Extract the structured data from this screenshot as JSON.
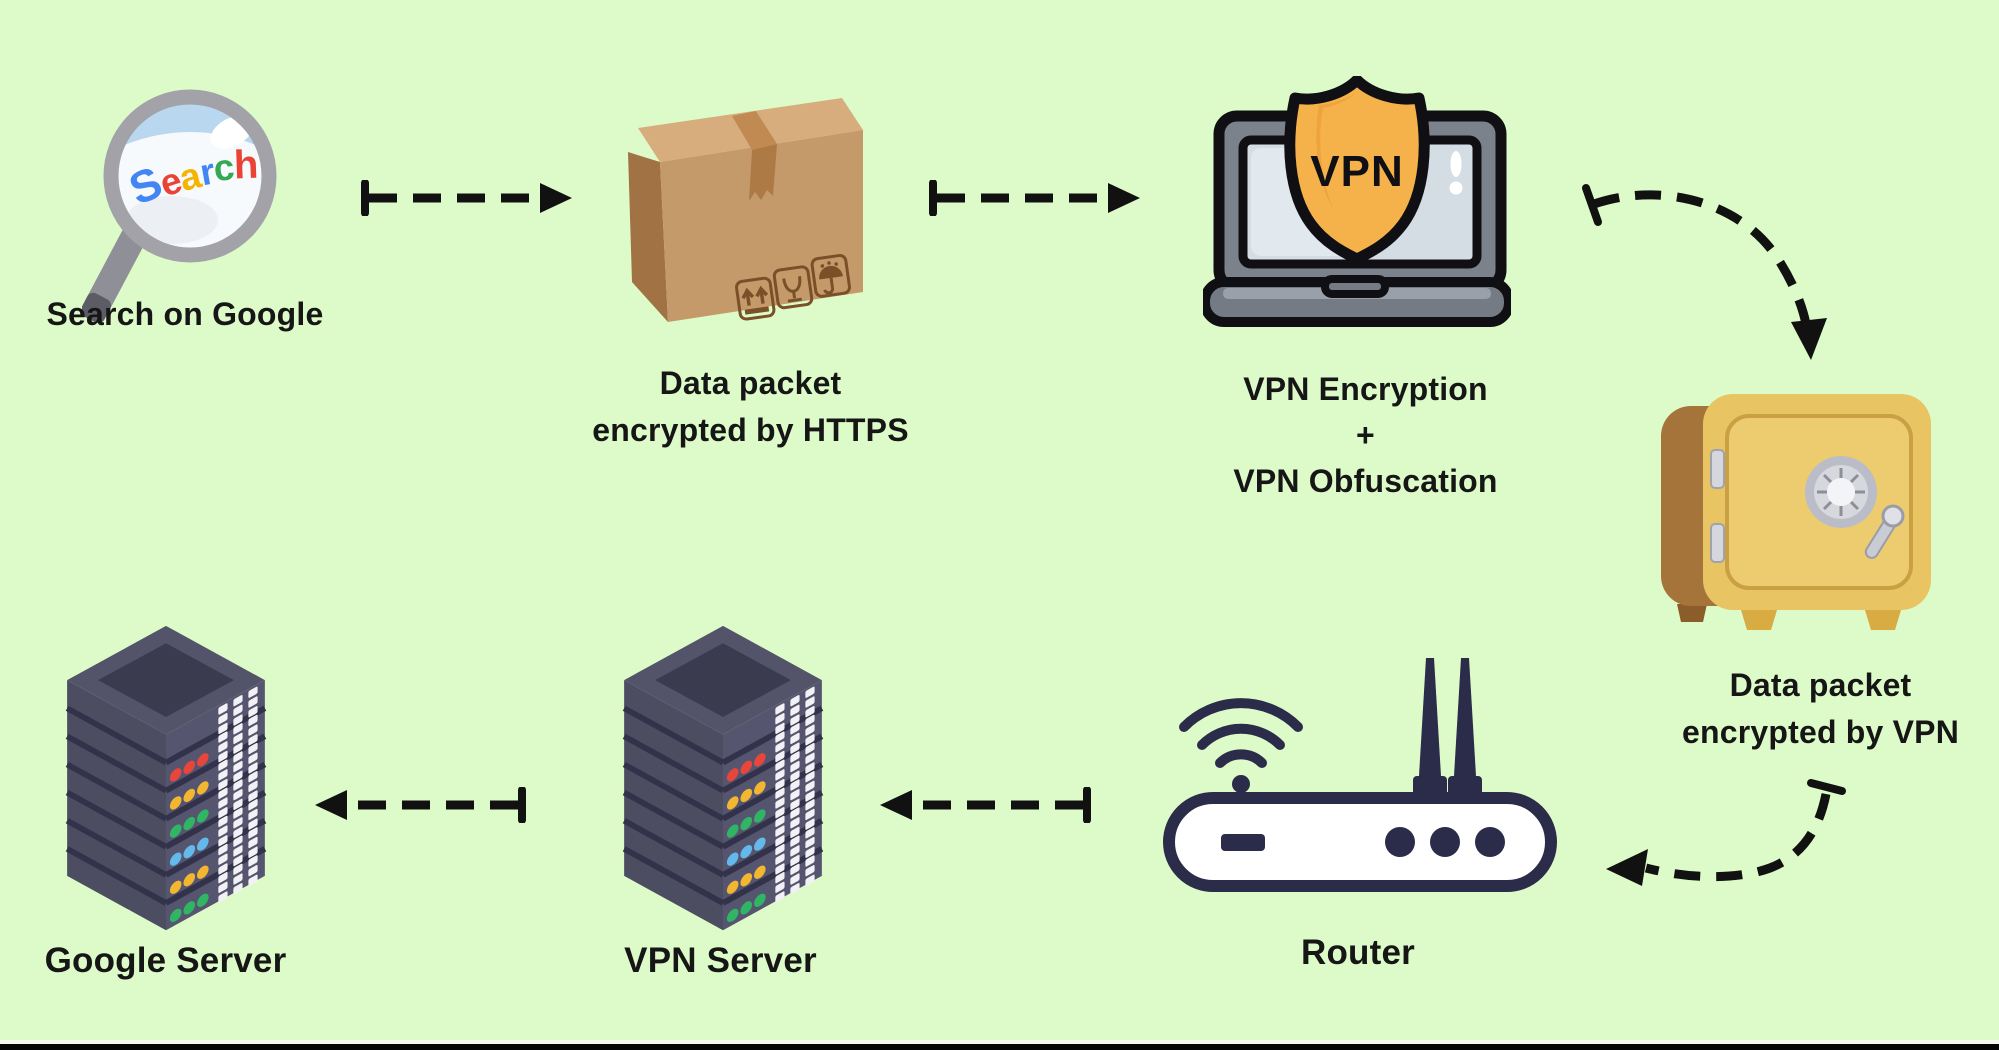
{
  "page": {
    "background": "#ddfbc8",
    "footer_bar_color": "#050505",
    "footer_light_color": "#f7f7ef",
    "text_color": "#161616",
    "arrow_color": "#111111"
  },
  "palette": {
    "shield_orange": "#f6b24a",
    "router_navy": "#2b2b4a",
    "safe_gold": "#e9c462",
    "safe_brown": "#a5743a",
    "box_front_tan": "#c59a6a",
    "box_top_tan": "#d8ad7e",
    "box_left_tan": "#a17244",
    "server_slate_left": "#4d4d62",
    "server_slate_right": "#555570",
    "server_leds": [
      "#e8463a",
      "#f2b630",
      "#2fb563",
      "#63b9ea",
      "#f2b630",
      "#2fb563"
    ]
  },
  "nodes": {
    "search": {
      "label": "Search on Google",
      "magnifier_word": [
        {
          "ch": "S",
          "color": "#4285F4"
        },
        {
          "ch": "e",
          "color": "#EA4335"
        },
        {
          "ch": "a",
          "color": "#F5B400"
        },
        {
          "ch": "r",
          "color": "#4285F4"
        },
        {
          "ch": "c",
          "color": "#34A853"
        },
        {
          "ch": "h",
          "color": "#EA4335"
        }
      ]
    },
    "https_packet": {
      "line1": "Data packet",
      "line2": "encrypted by HTTPS"
    },
    "vpn_node": {
      "line1": "VPN Encryption",
      "line2": "+",
      "line3": "VPN Obfuscation",
      "shield_text": "VPN"
    },
    "vpn_packet": {
      "line1": "Data packet",
      "line2": "encrypted by VPN"
    },
    "router": {
      "label": "Router"
    },
    "vpn_server": {
      "label": "VPN Server"
    },
    "google_server": {
      "label": "Google Server"
    }
  }
}
